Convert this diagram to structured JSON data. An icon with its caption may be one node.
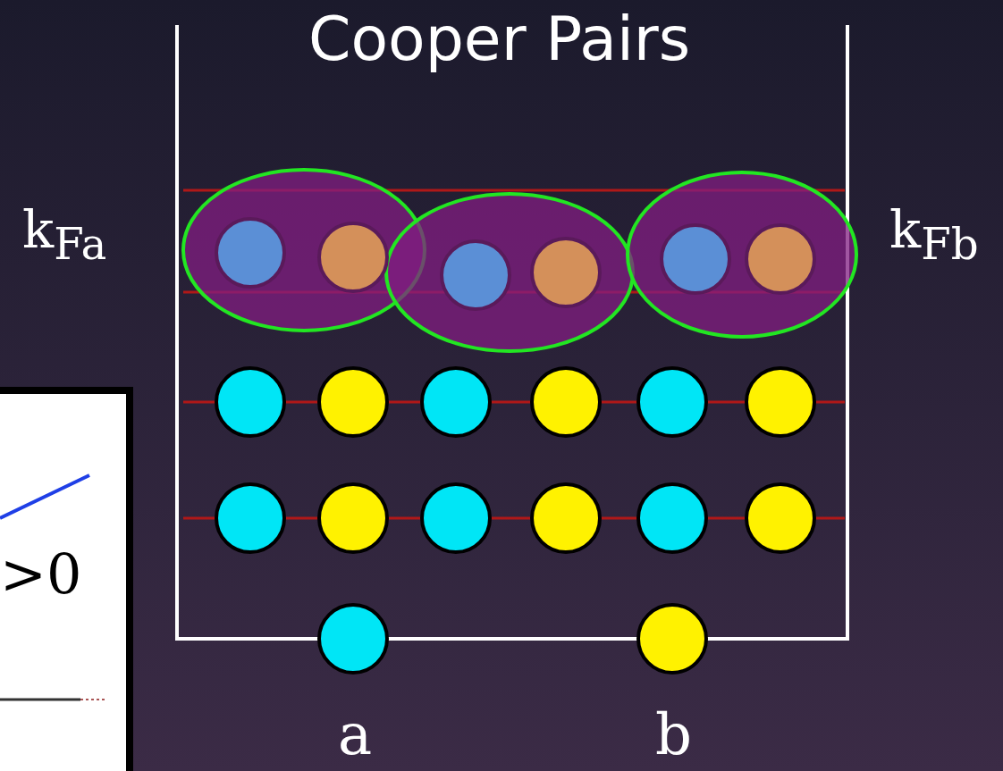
{
  "diagram": {
    "title": "Cooper Pairs",
    "labels": [
      "k$_{Fa}$",
      "k$_{Fb}$",
      ">0",
      "a",
      "b"
    ]
  }
}
